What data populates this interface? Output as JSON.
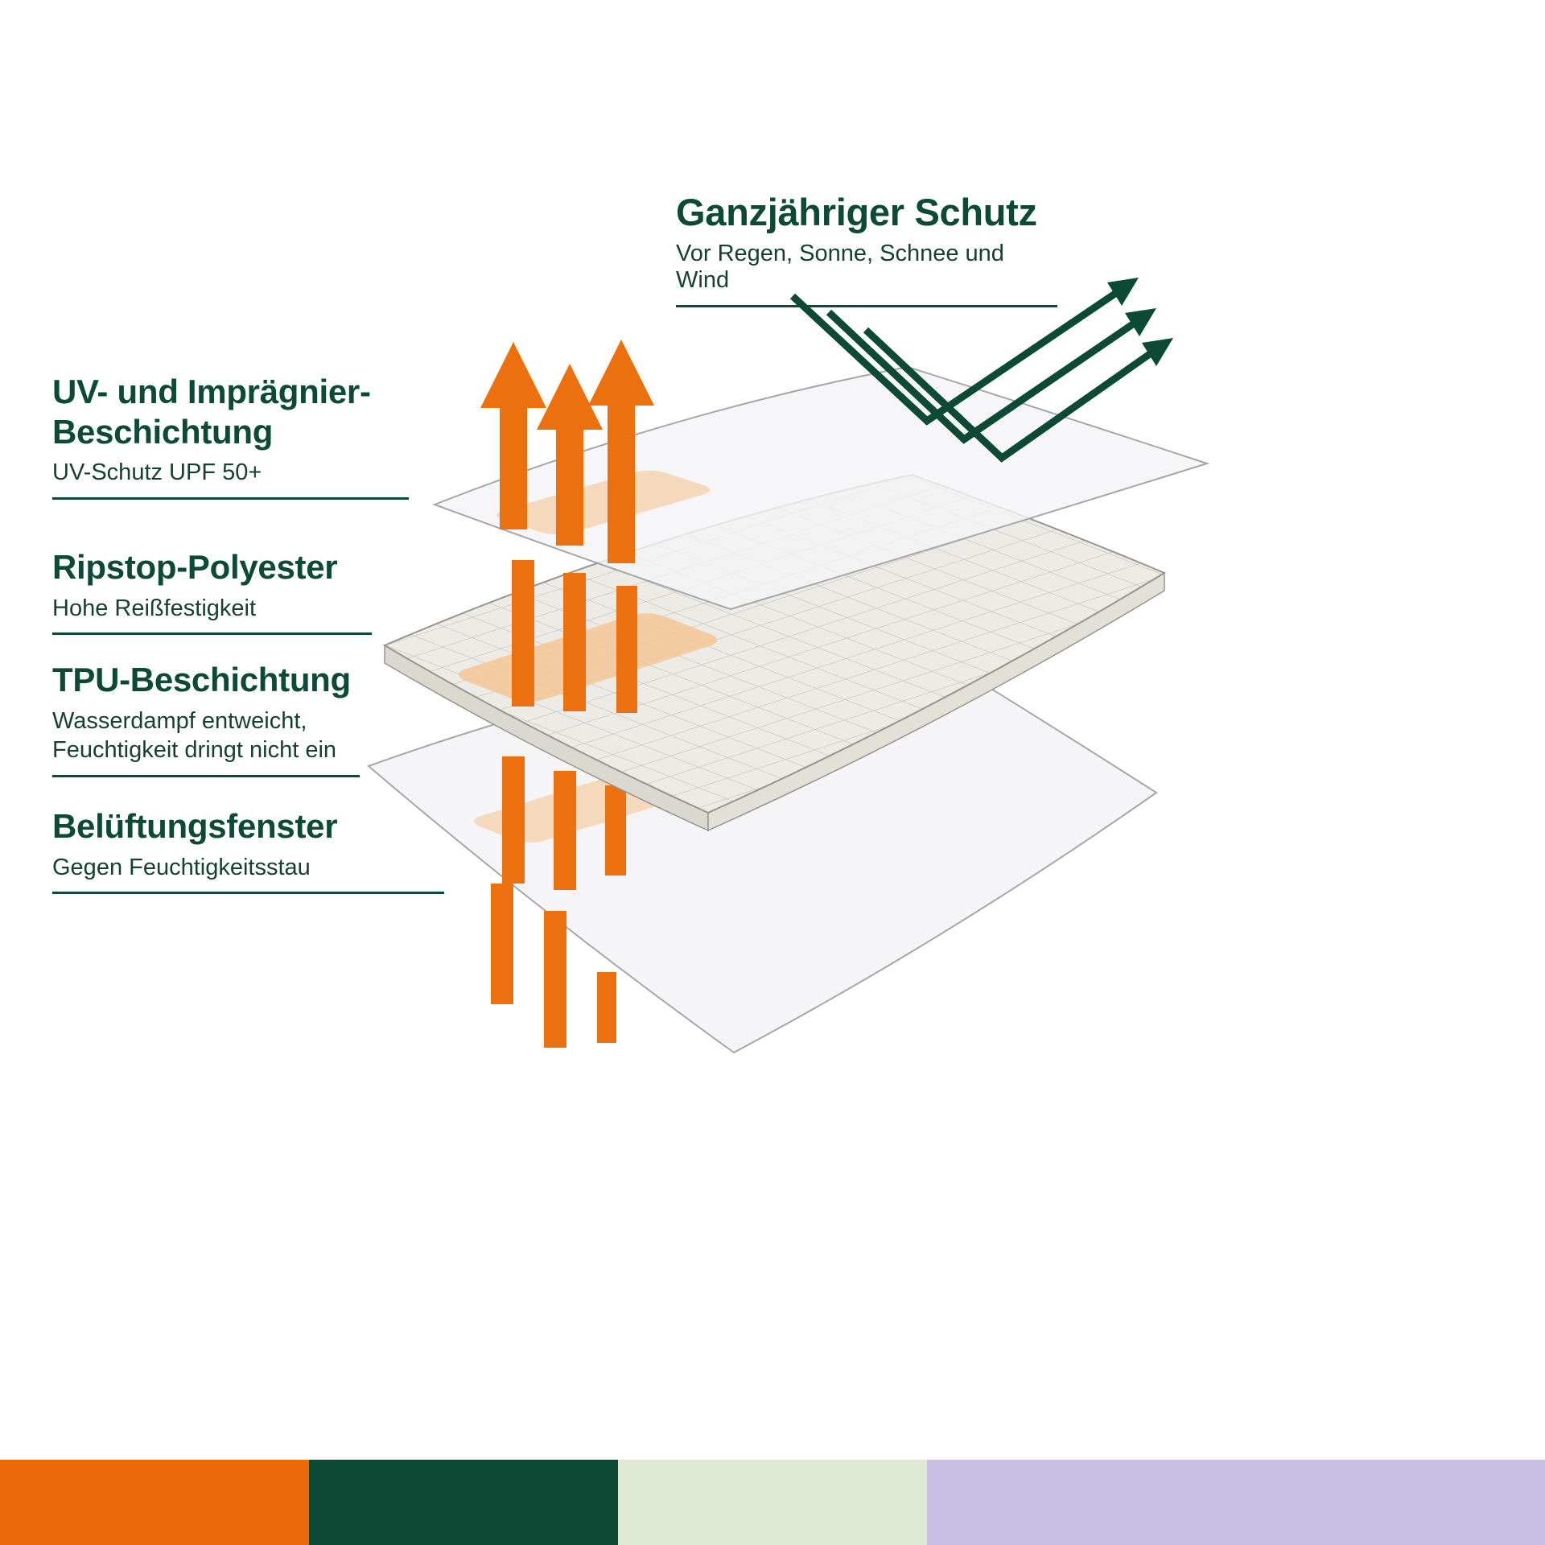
{
  "title": {
    "heading": "Ganzjähriger Schutz",
    "subtitle": "Vor Regen, Sonne, Schnee und Wind"
  },
  "features": [
    {
      "heading": "UV- und Imprägnier-\nBeschichtung",
      "description": "UV-Schutz UPF 50+"
    },
    {
      "heading": "Ripstop-Polyester",
      "description": "Hohe Reißfestigkeit"
    },
    {
      "heading": "TPU-Beschichtung",
      "description": "Wasserdampf entweicht,\nFeuchtigkeit dringt nicht ein"
    },
    {
      "heading": "Belüftungsfenster",
      "description": "Gegen Feuchtigkeitsstau"
    }
  ],
  "icons": {
    "uv_arrows": "orange-up-arrow-icon",
    "vapor_bars": "orange-vapor-bar-icon",
    "weather_arrows": "green-deflect-arrow-icon"
  },
  "colors": {
    "dark_green": "#0D4A36",
    "orange": "#EC700E",
    "light_orange": "#F5C795",
    "layer_fill": "#F4F4F6",
    "grid_fill": "#EDEBE6",
    "palette": [
      "#ED6A0A",
      "#0C4A35",
      "#DFE9D2",
      "#C9BFE4"
    ]
  }
}
